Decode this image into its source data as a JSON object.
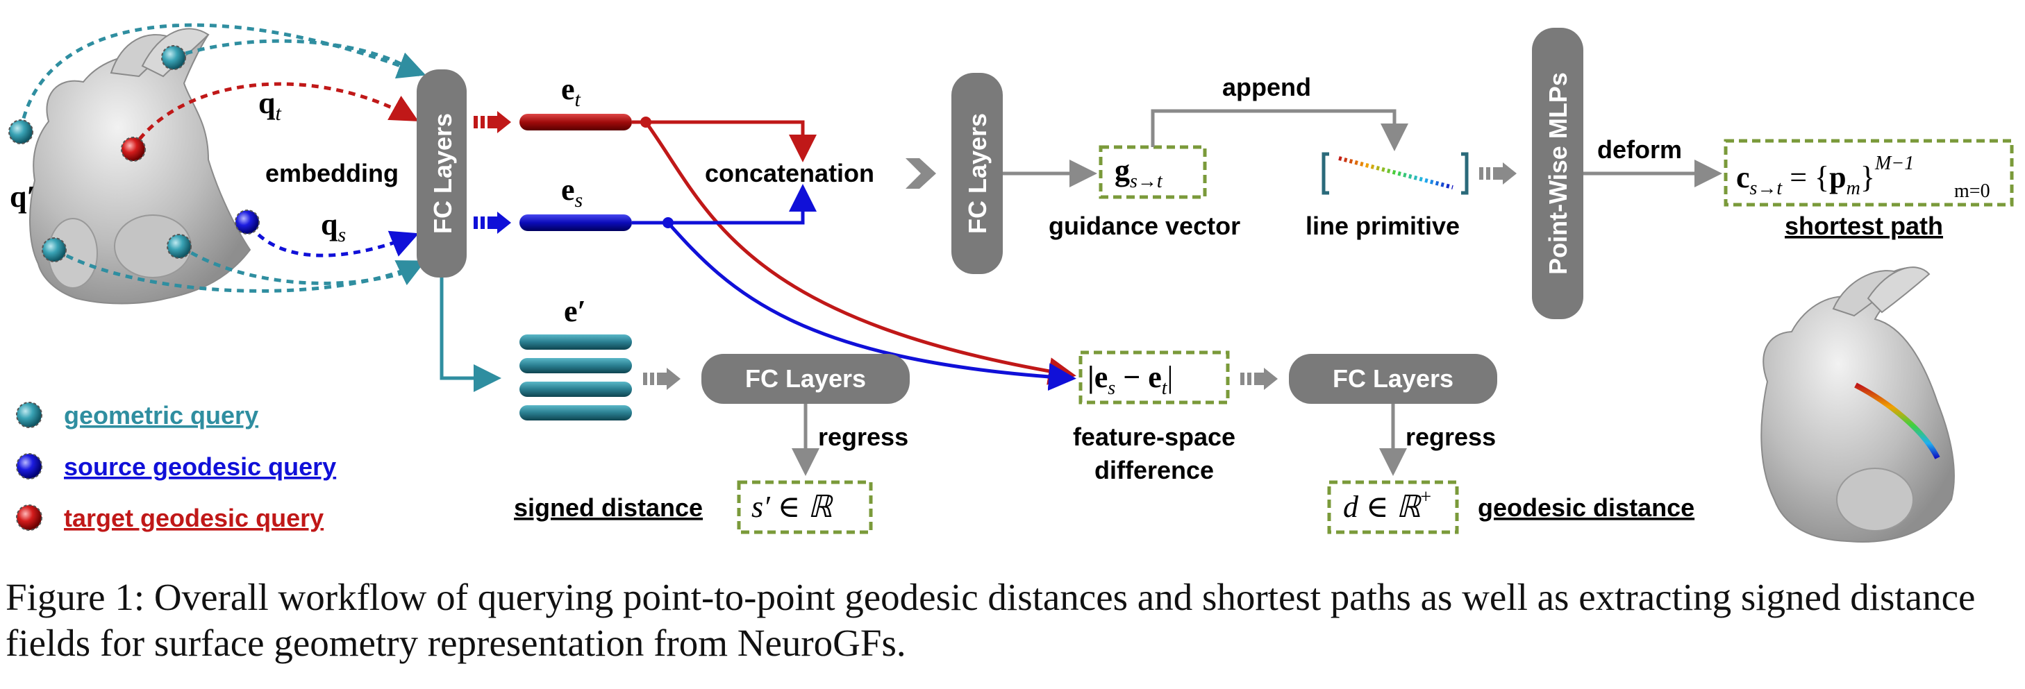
{
  "colors": {
    "teal": "#2f8ea0",
    "blue": "#1010d8",
    "red": "#c01818",
    "gray_box": "#7a7a7a",
    "gray_arrow": "#8a8a8a",
    "dashed_box": "#7a9a3a"
  },
  "icons": {
    "bunny_left": "bunny-mesh-icon",
    "bunny_right": "bunny-mesh-with-path-icon",
    "query_ball": "sphere-query-icon"
  },
  "labels": {
    "fc_layers_vertical": "FC Layers",
    "fc_layers_mid": "FC Layers",
    "fc_layers_sdf": "FC Layers",
    "fc_layers_geo": "FC Layers",
    "point_wise_mlps": "Point-Wise MLPs",
    "embedding": "embedding",
    "concatenation": "concatenation",
    "append": "append",
    "guidance_vector": "guidance vector",
    "line_primitive": "line primitive",
    "deform": "deform",
    "shortest_path": "shortest path",
    "regress_sdf": "regress",
    "regress_geo": "regress",
    "feature_space_difference_1": "feature-space",
    "feature_space_difference_2": "difference",
    "signed_distance": "signed distance",
    "geodesic_distance": "geodesic distance"
  },
  "math": {
    "q_t": "q",
    "q_t_sub": "t",
    "q_s": "q",
    "q_s_sub": "s",
    "q_prime": "q′",
    "e_t": "e",
    "e_t_sub": "t",
    "e_s": "e",
    "e_s_sub": "s",
    "e_prime": "e′",
    "g_main": "g",
    "g_sub": "s→t",
    "c_main": "c",
    "c_sub": "s→t",
    "c_eq": " = {",
    "c_p": "p",
    "c_p_sub": "m",
    "c_close": "}",
    "c_sup": "M−1",
    "c_sub2": "m=0",
    "diff_text": "|e",
    "diff_s": "s",
    "diff_minus": " − e",
    "diff_t": "t",
    "diff_close": "|",
    "s_prime": "s′ ∈ ℝ",
    "d_main": "d ∈ ℝ",
    "d_sup": "+"
  },
  "legend": [
    {
      "label": "geometric query",
      "color": "#2f8ea0"
    },
    {
      "label": "source geodesic query",
      "color": "#1010d8"
    },
    {
      "label": "target geodesic query",
      "color": "#c01818"
    }
  ],
  "caption": "Figure 1: Overall workflow of querying point-to-point geodesic distances and shortest paths as well as extracting signed distance fields for surface geometry representation from NeuroGFs."
}
